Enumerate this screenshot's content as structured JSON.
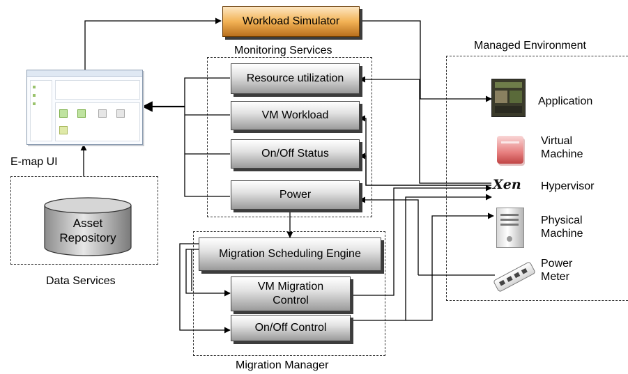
{
  "top": {
    "workload_simulator": "Workload Simulator"
  },
  "monitoring": {
    "title": "Monitoring Services",
    "items": [
      "Resource utilization",
      "VM Workload",
      "On/Off Status",
      "Power"
    ]
  },
  "migration": {
    "title": "Migration Manager",
    "engine": "Migration Scheduling Engine",
    "vm_control_line1": "VM Migration",
    "vm_control_line2": "Control",
    "onoff_control": "On/Off Control"
  },
  "left": {
    "emap": "E-map UI",
    "repo_line1": "Asset",
    "repo_line2": "Repository",
    "data_services": "Data Services"
  },
  "managed": {
    "title": "Managed Environment",
    "application": "Application",
    "vm_line1": "Virtual",
    "vm_line2": "Machine",
    "xen_logo": "Xen",
    "hypervisor": "Hypervisor",
    "pm_line1": "Physical",
    "pm_line2": "Machine",
    "pw_line1": "Power",
    "pw_line2": "Meter"
  },
  "colors": {
    "box_gray": "#9a9a9a",
    "box_orange": "#f2b255",
    "line": "#000000"
  }
}
